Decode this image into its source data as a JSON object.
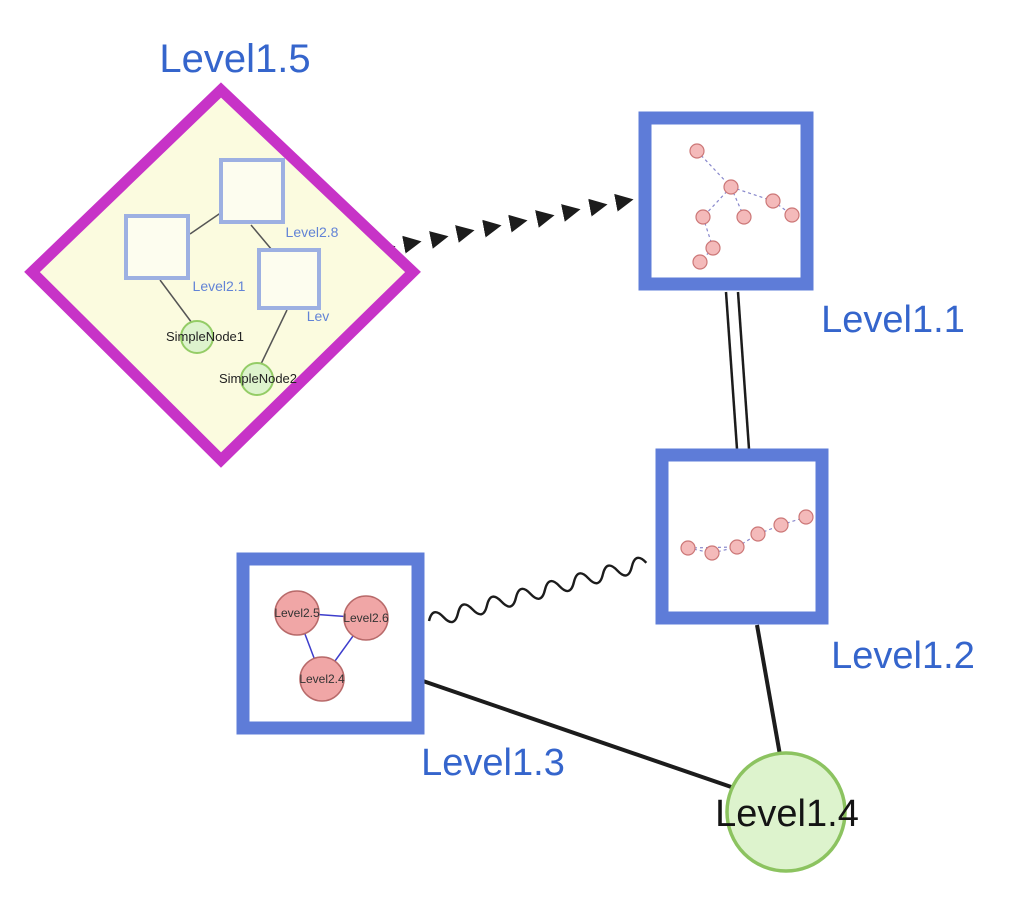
{
  "diagram": {
    "palette": {
      "background": "#ffffff",
      "group_node_border": "#5e7cd8",
      "label_blue": "#3565cc",
      "inner_label_blue": "#6283d6",
      "diamond_border": "#c733c7",
      "diamond_fill": "#fbfbdf",
      "inner_square_border": "#9db0e2",
      "green_node_fill": "#ddf3cd",
      "green_node_border": "#8cc360",
      "pink_node_fill": "#f2b2b2",
      "pink_node_border": "#c06868",
      "edge_black": "#1c1c1c",
      "edge_blue": "#3d3dcc"
    },
    "level15": {
      "label": "Level1.5",
      "squares": [
        {
          "label": "Level2.8"
        },
        {
          "label": "Level2.1"
        },
        {
          "label": "Lev"
        }
      ],
      "simple_nodes": [
        {
          "label": "SimpleNode1"
        },
        {
          "label": "SimpleNode2"
        }
      ]
    },
    "level11": {
      "label": "Level1.1"
    },
    "level12": {
      "label": "Level1.2"
    },
    "level13": {
      "label": "Level1.3",
      "children": [
        {
          "label": "Level2.5"
        },
        {
          "label": "Level2.6"
        },
        {
          "label": "Level2.4"
        }
      ]
    },
    "level14": {
      "label": "Level1.4"
    }
  }
}
